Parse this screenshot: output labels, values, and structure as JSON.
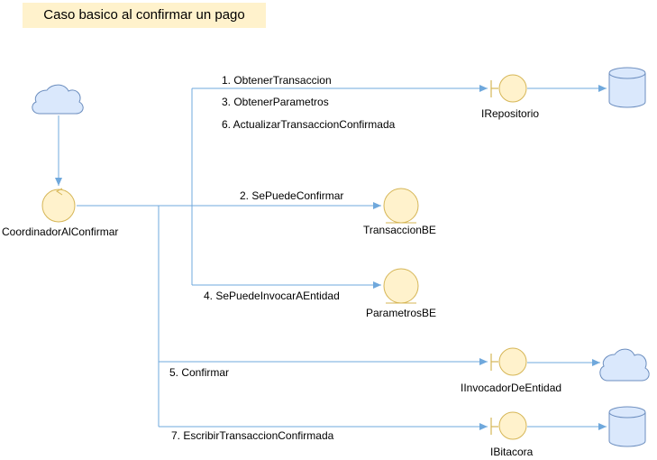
{
  "title": "Caso basico al confirmar un pago",
  "nodes": {
    "coordinador": "CoordinadorAlConfirmar",
    "repositorio": "IRepositorio",
    "transaccion_be": "TransaccionBE",
    "parametros_be": "ParametrosBE",
    "invocador": "IInvocadorDeEntidad",
    "bitacora": "IBitacora"
  },
  "messages": {
    "m1": "1. ObtenerTransaccion",
    "m2": "2. SePuedeConfirmar",
    "m3": "3. ObtenerParametros",
    "m4": "4. SePuedeInvocarAEntidad",
    "m5": "5. Confirmar",
    "m6": "6. ActualizarTransaccionConfirmada",
    "m7": "7. EscribirTransaccionConfirmada"
  },
  "colors": {
    "line": "#6fa8dc",
    "entity_fill": "#fff2cc",
    "entity_stroke": "#d6b656",
    "cloud_fill": "#dae8fc",
    "cloud_stroke": "#6c8ebf",
    "title_fill": "#fff2cc"
  }
}
